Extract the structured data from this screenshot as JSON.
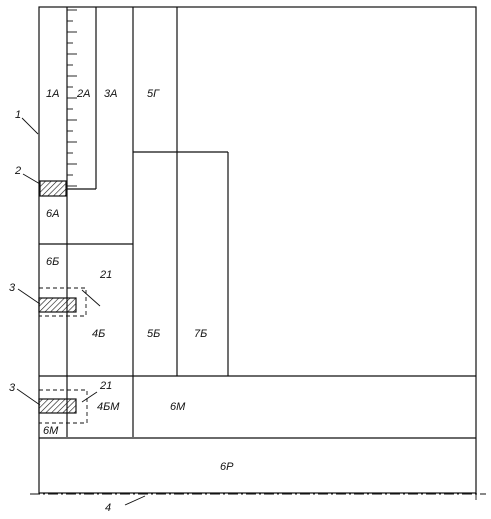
{
  "cells": {
    "c1a": "1А",
    "c2a": "2А",
    "c3a": "3А",
    "c5g": "5Г",
    "c6a": "6А",
    "c6b_top": "6Б",
    "c4b": "4Б",
    "c5b": "5Б",
    "c7b": "7Б",
    "c4bm": "4БМ",
    "c6m_main": "6М",
    "c6m_small": "6М",
    "c6r": "6Р"
  },
  "callouts": {
    "n1": "1",
    "n2": "2",
    "n3_upper": "3",
    "n3_lower": "3",
    "n21_upper": "21",
    "n21_lower": "21",
    "n4": "4"
  },
  "colors": {
    "ink": "#111111",
    "background": "#ffffff"
  }
}
